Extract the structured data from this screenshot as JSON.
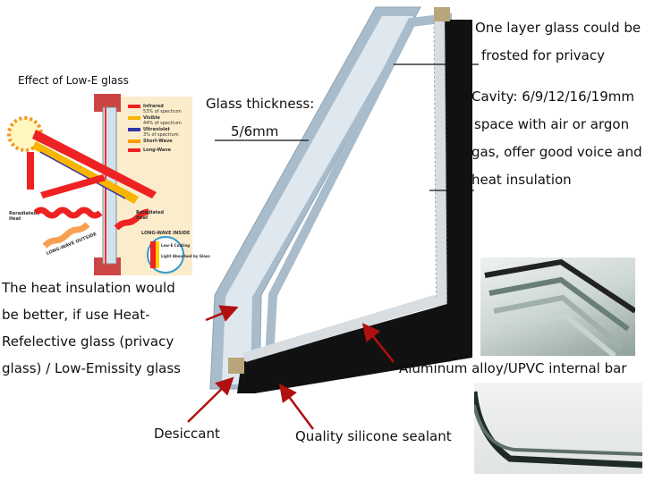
{
  "labels": {
    "frosted_line1": "One layer glass could be",
    "frosted_line2": "frosted for privacy",
    "cavity_line1": "Cavity: 6/9/12/16/19mm",
    "cavity_line2": "space with air or argon",
    "cavity_line3": "gas, offer good voice and",
    "cavity_line4": "heat insulation",
    "thickness_line1": "Glass thickness:",
    "thickness_line2": "5/6mm",
    "heat_line1": "The heat insulation would",
    "heat_line2": "be better, if use Heat-",
    "heat_line3": "Refelective glass (privacy",
    "heat_line4": "glass) / Low-Emissity glass",
    "bar": "Aluminum alloy/UPVC internal bar",
    "desiccant": "Desiccant",
    "sealant": "Quality silicone sealant"
  },
  "inset": {
    "title": "Effect of Low-E glass",
    "legend": [
      "Infrared",
      "Visible",
      "Ultraviolet",
      "Short-Wave",
      "Long-Wave"
    ],
    "legend_sub": [
      "53% of spectrum",
      "44% of spectrum",
      "3% of spectrum"
    ],
    "reradiated_out": "Reradiated Heat",
    "reradiated_in": "Reradiated Heat",
    "longwave_outside": "LONG-WAVE OUTSIDE",
    "longwave_inside": "LONG-WAVE INSIDE",
    "coating": "Low-E Coating",
    "absorbed": "Light Absorbed by Glass"
  },
  "colors": {
    "arrow": "#b01010",
    "glass": "#a9bccb",
    "spacer": "#111111",
    "inset_bg": "#fbeccb"
  }
}
